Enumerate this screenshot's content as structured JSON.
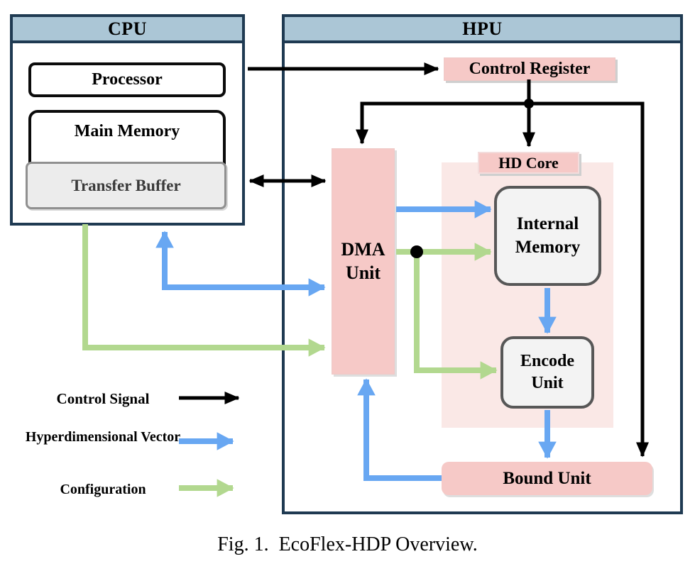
{
  "colors": {
    "outer_border": "#1f3a52",
    "header_fill": "#abc6d6",
    "pink_fill": "#f6c9c7",
    "hd_core_area_fill": "#fae8e6",
    "gray_unit_fill": "#f3f3f3",
    "gray_unit_border": "#575757",
    "control_signal": "#000000",
    "hyperdimensional_vector": "#68a7f2",
    "configuration": "#b2d88f"
  },
  "cpu": {
    "title": "CPU",
    "processor_label": "Processor",
    "main_memory_label": "Main Memory",
    "transfer_buffer_label": "Transfer Buffer"
  },
  "hpu": {
    "title": "HPU",
    "control_register_label": "Control Register",
    "dma_unit_label": "DMA Unit",
    "hd_core_label": "HD Core",
    "internal_memory_label": "Internal Memory",
    "encode_unit_label": "Encode Unit",
    "bound_unit_label": "Bound Unit"
  },
  "legend": {
    "control_signal_label": "Control Signal",
    "hyperdimensional_vector_label": "Hyperdimensional Vector",
    "configuration_label": "Configuration"
  },
  "caption": "Fig. 1.  EcoFlex-HDP Overview."
}
